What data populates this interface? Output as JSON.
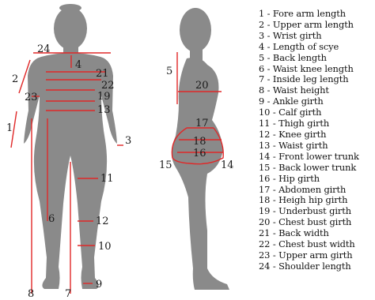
{
  "diagram": {
    "figures": {
      "front_numbers": [
        "24",
        "4",
        "21",
        "2",
        "22",
        "23",
        "19",
        "13",
        "1",
        "3",
        "11",
        "6",
        "12",
        "10",
        "8",
        "7",
        "9"
      ],
      "side_numbers": [
        "5",
        "20",
        "17",
        "18",
        "16",
        "15",
        "14"
      ]
    },
    "legend": [
      "1 - Fore arm length",
      "2 - Upper arm length",
      "3 - Wrist girth",
      "4 - Length of scye",
      "5 - Back length",
      "6 - Waist knee length",
      "7 - Inside leg length",
      "8 - Waist height",
      "9 - Ankle girth",
      "10 - Calf girth",
      "11 - Thigh girth",
      "12 - Knee girth",
      "13 - Waist girth",
      "14 - Front lower trunk",
      "15 - Back lower trunk",
      "16 - Hip girth",
      "17 - Abdomen girth",
      "18 - Heigh hip girth",
      "19 - Underbust girth",
      "20 - Chest bust girth",
      "21 - Back width",
      "22 - Chest bust width",
      "23 - Upper arm girth",
      "24 - Shoulder length"
    ]
  },
  "colors": {
    "silhouette": "#8a8a8a",
    "measure_line": "#e02828",
    "text": "#111111"
  }
}
